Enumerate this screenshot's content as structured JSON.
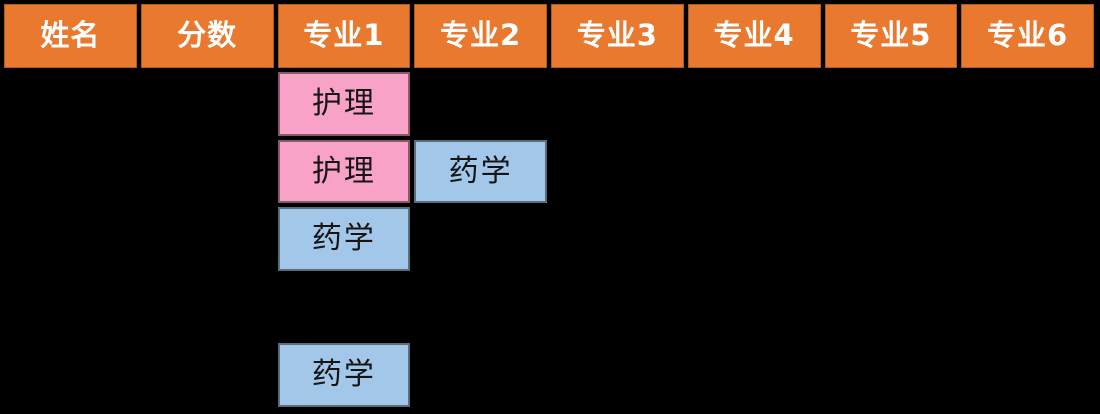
{
  "chart_data": {
    "type": "table",
    "columns": [
      "姓名",
      "分数",
      "专业1",
      "专业2",
      "专业3",
      "专业4",
      "专业5",
      "专业6"
    ],
    "rows": [
      [
        "",
        "",
        "护理",
        "",
        "",
        "",
        "",
        ""
      ],
      [
        "",
        "",
        "护理",
        "药学",
        "",
        "",
        "",
        ""
      ],
      [
        "",
        "",
        "药学",
        "",
        "",
        "",
        "",
        ""
      ],
      [
        "",
        "",
        "",
        "",
        "",
        "",
        "",
        ""
      ],
      [
        "",
        "",
        "药学",
        "",
        "",
        "",
        "",
        ""
      ]
    ],
    "layout_hints": {
      "background": "#000000",
      "header_background": "#E8792E",
      "nursing_cell_color": "#F9A2C8",
      "pharmacy_cell_color": "#A3C7E8",
      "grid_on": false
    }
  },
  "table": {
    "header": {
      "bg": "#E8792E",
      "text_color": "#FFFFFF",
      "cells": [
        {
          "label": "姓名"
        },
        {
          "label": "分数"
        },
        {
          "label": "专业1"
        },
        {
          "label": "专业2"
        },
        {
          "label": "专业3"
        },
        {
          "label": "专业4"
        },
        {
          "label": "专业5"
        },
        {
          "label": "专业6"
        }
      ]
    },
    "body": {
      "text_color": "#151515",
      "cells": [
        {
          "label": "护理",
          "bg": "#F9A2C8",
          "row": 1,
          "column": "专业1"
        },
        {
          "label": "护理",
          "bg": "#F9A2C8",
          "row": 2,
          "column": "专业1"
        },
        {
          "label": "药学",
          "bg": "#A3C7E8",
          "row": 2,
          "column": "专业2"
        },
        {
          "label": "药学",
          "bg": "#A3C7E8",
          "row": 3,
          "column": "专业1"
        },
        {
          "label": "药学",
          "bg": "#A3C7E8",
          "row": 5,
          "column": "专业1"
        }
      ]
    }
  }
}
